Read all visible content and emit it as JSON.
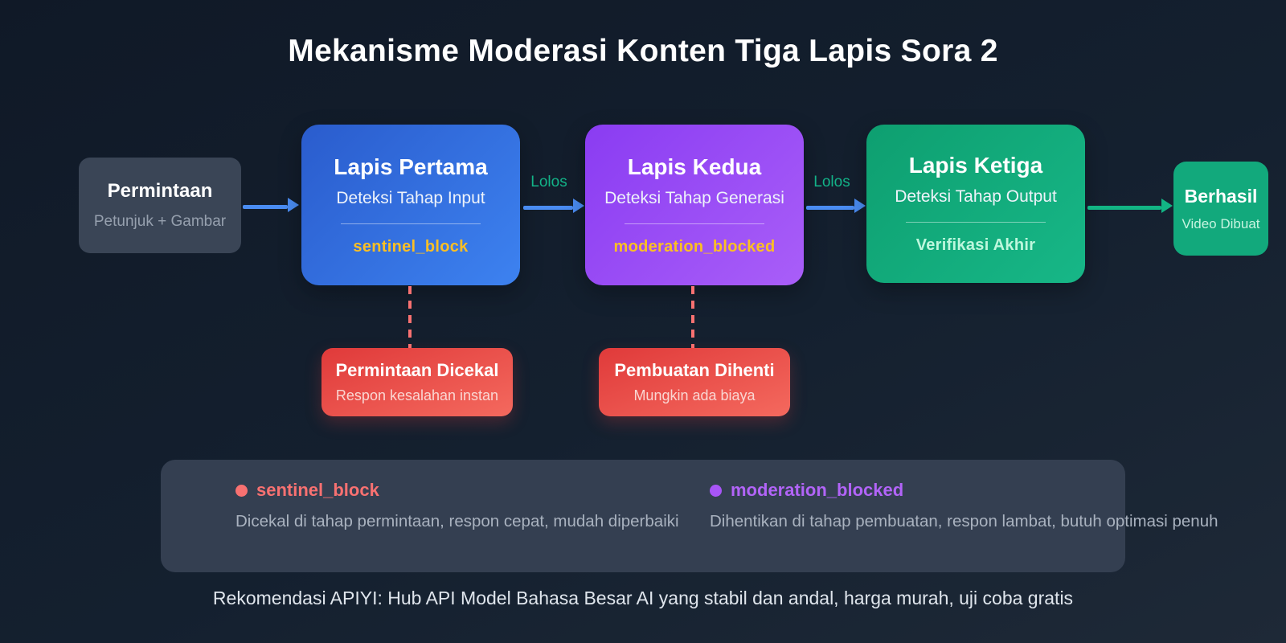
{
  "title": "Mekanisme Moderasi Konten Tiga Lapis Sora 2",
  "flow": {
    "request": {
      "title": "Permintaan",
      "subtitle": "Petunjuk + Gambar"
    },
    "layers": [
      {
        "title": "Lapis Pertama",
        "subtitle": "Deteksi Tahap Input",
        "tag": "sentinel_block"
      },
      {
        "title": "Lapis Kedua",
        "subtitle": "Deteksi Tahap Generasi",
        "tag": "moderation_blocked"
      },
      {
        "title": "Lapis Ketiga",
        "subtitle": "Deteksi Tahap Output",
        "tag": "Verifikasi Akhir"
      }
    ],
    "success": {
      "title": "Berhasil",
      "subtitle": "Video Dibuat"
    },
    "pass_label": "Lolos",
    "blocked": [
      {
        "title": "Permintaan Dicekal",
        "subtitle": "Respon kesalahan instan"
      },
      {
        "title": "Pembuatan Dihenti",
        "subtitle": "Mungkin ada biaya"
      }
    ]
  },
  "legend": {
    "items": [
      {
        "label": "sentinel_block",
        "description": "Dicekal di tahap permintaan, respon cepat, mudah diperbaiki",
        "color": "#f87171"
      },
      {
        "label": "moderation_blocked",
        "description": "Dihentikan di tahap pembuatan, respon lambat, butuh optimasi penuh",
        "color": "#a855f7"
      }
    ]
  },
  "footer": "Rekomendasi APIYI: Hub API Model Bahasa Besar AI yang stabil dan andal, harga murah, uji coba gratis",
  "colors": {
    "background_top": "#101927",
    "background_bottom": "#1e2937",
    "pass_arrow_blue": "#4a8cf2",
    "success_green": "#12b584",
    "alert_red": "#f87171",
    "tag_amber": "#fbbf24",
    "legend_purple": "#a855f7"
  }
}
